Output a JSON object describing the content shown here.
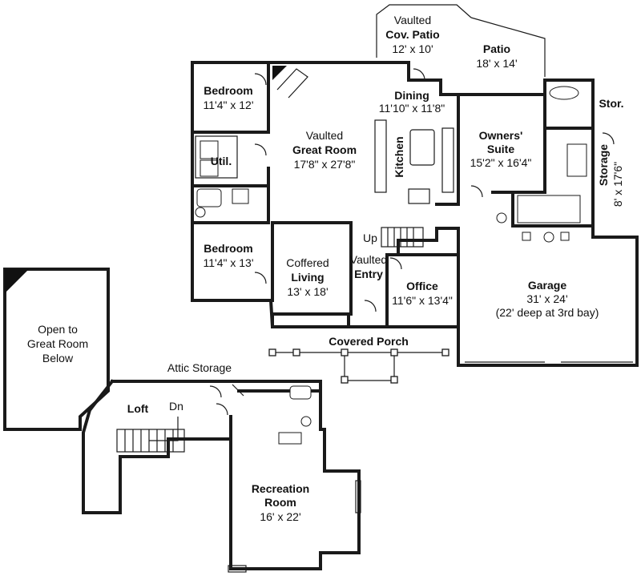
{
  "plan": {
    "rooms": {
      "vaulted_cov_patio": {
        "title_top": "Vaulted",
        "title": "Cov. Patio",
        "dims": "12' x 10'"
      },
      "patio": {
        "title": "Patio",
        "dims": "18' x 14'"
      },
      "bedroom_upper": {
        "title": "Bedroom",
        "dims": "11'4\" x 12'"
      },
      "dining": {
        "title": "Dining",
        "dims": "11'10\" x 11'8\""
      },
      "stor": {
        "title": "Stor."
      },
      "great_room": {
        "title_top": "Vaulted",
        "title": "Great Room",
        "dims": "17'8\" x 27'8\""
      },
      "owners_suite": {
        "title": "Owners'",
        "title2": "Suite",
        "dims": "15'2\" x 16'4\""
      },
      "util": {
        "title": "Util."
      },
      "kitchen": {
        "title": "Kitchen"
      },
      "storage": {
        "title": "Storage",
        "dims": "8' x 17'6\""
      },
      "bedroom_lower": {
        "title": "Bedroom",
        "dims": "11'4\" x 13'"
      },
      "coffered_living": {
        "title_top": "Coffered",
        "title": "Living",
        "dims": "13' x 18'"
      },
      "vaulted_entry": {
        "title_top": "Vaulted",
        "title": "Entry"
      },
      "office": {
        "title": "Office",
        "dims": "11'6\" x 13'4\""
      },
      "garage": {
        "title": "Garage",
        "dims": "31' x 24'",
        "note": "(22' deep at 3rd bay)"
      },
      "covered_porch": {
        "title": "Covered Porch"
      },
      "open_to_great_room": {
        "line1": "Open to",
        "line2": "Great Room",
        "line3": "Below"
      },
      "attic_storage": {
        "title": "Attic Storage"
      },
      "loft": {
        "title": "Loft"
      },
      "recreation_room": {
        "title": "Recreation",
        "title2": "Room",
        "dims": "16' x 22'"
      }
    },
    "stairs": {
      "up": "Up",
      "down": "Dn"
    }
  }
}
